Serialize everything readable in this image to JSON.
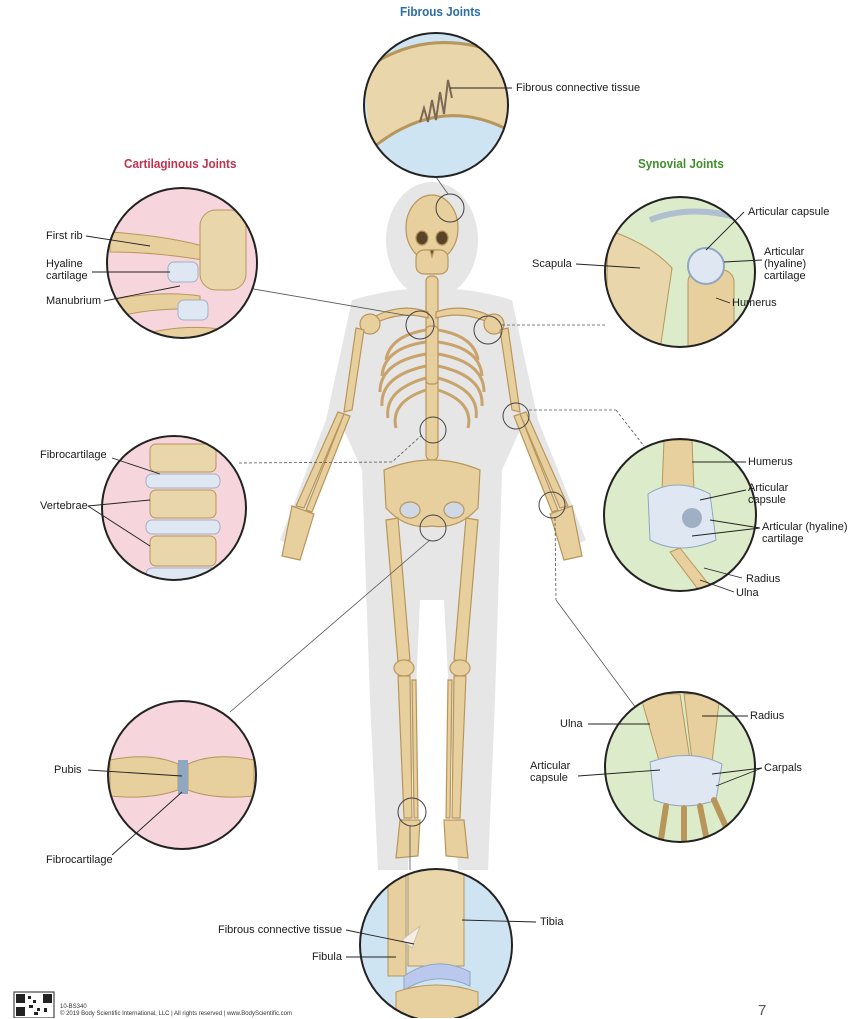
{
  "headings": {
    "fibrous": "Fibrous Joints",
    "cartilaginous": "Cartilaginous Joints",
    "synovial": "Synovial Joints"
  },
  "labels": {
    "fibrous_top": "Fibrous connective tissue",
    "first_rib": "First rib",
    "hyaline_cartilage": "Hyaline cartilage",
    "manubrium": "Manubrium",
    "articular_capsule_shoulder": "Articular capsule",
    "scapula": "Scapula",
    "articular_hyaline_cartilage_shoulder": "Articular (hyaline) cartilage",
    "humerus_shoulder": "Humerus",
    "fibrocartilage_spine": "Fibrocartilage",
    "vertebrae": "Vertebrae",
    "humerus_elbow": "Humerus",
    "articular_capsule_elbow": "Articular capsule",
    "articular_hyaline_cartilage_elbow": "Articular (hyaline) cartilage",
    "radius_elbow": "Radius",
    "ulna_elbow": "Ulna",
    "pubis": "Pubis",
    "fibrocartilage_pubis": "Fibrocartilage",
    "ulna_wrist": "Ulna",
    "radius_wrist": "Radius",
    "articular_capsule_wrist": "Articular capsule",
    "carpals": "Carpals",
    "fibrous_connective_tissue_ankle": "Fibrous connective tissue",
    "fibula": "Fibula",
    "tibia": "Tibia"
  },
  "footer": {
    "code": "10-BS340",
    "copyright": "© 2019 Body Scientific International, LLC | All rights reserved | www.BodyScientific.com"
  },
  "page_number": "7",
  "colors": {
    "fibrous_heading": "#2b6ea8",
    "cartilaginous_heading": "#c0334d",
    "synovial_heading": "#3f8f2a",
    "bone": "#e8cf9e",
    "pink_bg": "#f6d6dc",
    "blue_bg": "#cfe4f2",
    "green_bg": "#dcebc9"
  }
}
